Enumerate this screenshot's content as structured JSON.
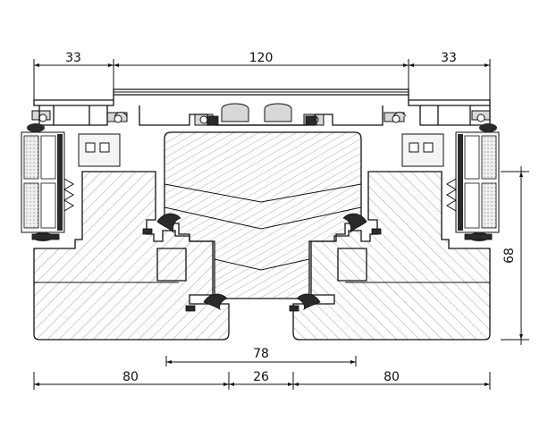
{
  "dimensions": {
    "top_left": "33",
    "top_center": "120",
    "top_right": "33",
    "inner_gap": "78",
    "bottom_left": "80",
    "bottom_center": "26",
    "bottom_right": "80",
    "height_right": "68"
  },
  "colors": {
    "line": "#111111",
    "hatch": "#8a8a8a",
    "profile": "#d8d8d8",
    "gasket": "#2a2a2a",
    "glass": "#555555"
  }
}
